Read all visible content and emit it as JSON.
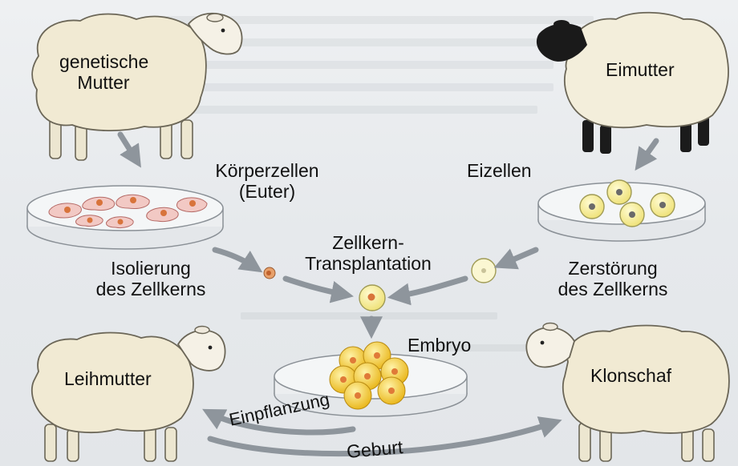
{
  "labels": {
    "genetic_mother": [
      "genetische",
      "Mutter"
    ],
    "egg_mother": "Eimutter",
    "body_cells": [
      "Körperzellen",
      "(Euter)"
    ],
    "egg_cells": "Eizellen",
    "nuclear_transfer": [
      "Zellkern-",
      "Transplantation"
    ],
    "isolation": [
      "Isolierung",
      "des Zellkerns"
    ],
    "destruction": [
      "Zerstörung",
      "des Zellkerns"
    ],
    "embryo": "Embryo",
    "surrogate": "Leihmutter",
    "clone": "Klonschaf",
    "implantation": "Einpflanzung",
    "birth": "Geburt"
  },
  "colors": {
    "arrow": "#8e959c",
    "wool": "#f1ead3",
    "egg_yellow": "#f5ee98",
    "cell_pink": "#f2c9c4",
    "nucleus": "#d8743b",
    "embryo_gold": "#f0c22a"
  }
}
